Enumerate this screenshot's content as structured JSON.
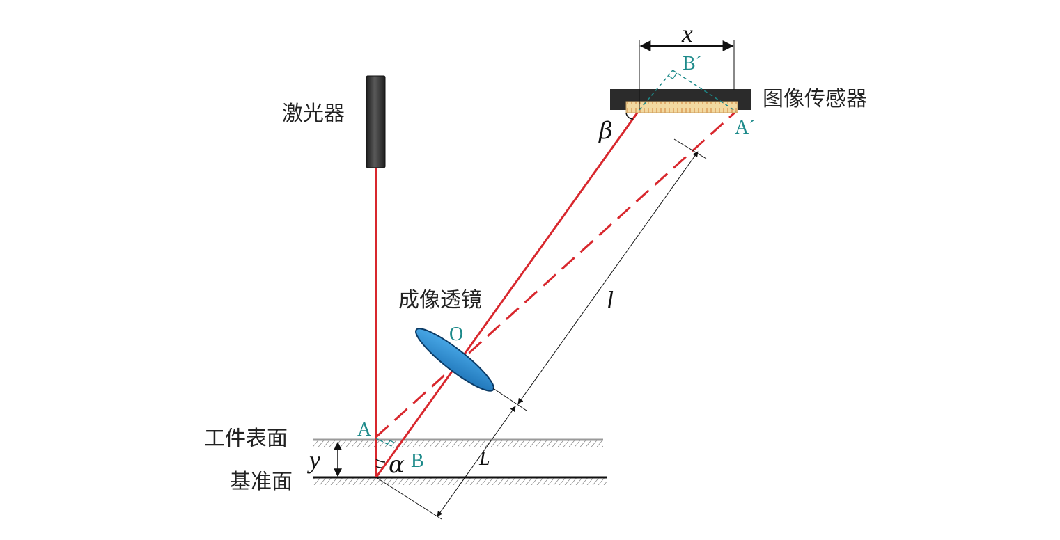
{
  "labels": {
    "laser": "激光器",
    "image_sensor": "图像传感器",
    "imaging_lens": "成像透镜",
    "workpiece_surface": "工件表面",
    "reference_plane": "基准面"
  },
  "points": {
    "A": "A",
    "B": "B",
    "O": "O",
    "A_prime": "A´",
    "B_prime": "B´"
  },
  "variables": {
    "x": "x",
    "y": "y",
    "l": "l",
    "L": "L",
    "alpha": "α",
    "beta": "β"
  },
  "colors": {
    "laser_beam": "#d8272d",
    "lens_fill": "#2a8fd6",
    "lens_stroke": "#0b3b66",
    "point_label": "#1d8a8a",
    "helper_dashed": "#1d8a8a",
    "sensor_body": "#2b2b2b",
    "sensor_strip": "#f2d9a0",
    "laser_body": "#333333"
  }
}
